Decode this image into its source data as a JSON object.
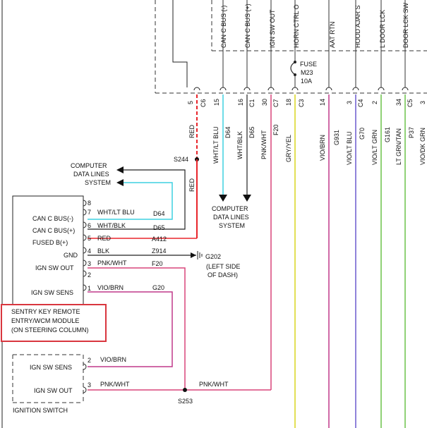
{
  "top_connector": {
    "labels": [
      "CAN C BUS (-)",
      "CAN C BUS (+)",
      "IGN SW OUT",
      "HORN CTRL O",
      "AAT RTN",
      "HOOD AJAR S",
      "L DOOR LCK",
      "DOOR LCK SW"
    ]
  },
  "fuse": {
    "name": "FUSE",
    "id": "M23",
    "rating": "10A"
  },
  "pins": [
    "5",
    "C6",
    "15",
    "16",
    "C1",
    "30",
    "C7",
    "18",
    "C3",
    "14",
    "3",
    "C4",
    "2",
    "34",
    "C5",
    "3"
  ],
  "wires": [
    {
      "color": "RED",
      "circuit": ""
    },
    {
      "color": "WHT/LT BLU",
      "circuit": "D64"
    },
    {
      "color": "WHT/BLK",
      "circuit": "D65"
    },
    {
      "color": "PNK/WHT",
      "circuit": "F20"
    },
    {
      "color": "GRY/YEL",
      "circuit": ""
    },
    {
      "color": "VIO/BRN",
      "circuit": "G931"
    },
    {
      "color": "VIO/LT BLU",
      "circuit": "G70"
    },
    {
      "color": "VIO/LT GRN",
      "circuit": "G161"
    },
    {
      "color": "LT GRN/TAN",
      "circuit": "P37"
    },
    {
      "color": "VIO/DK GRN",
      "circuit": ""
    }
  ],
  "splices": {
    "s244": "S244",
    "s253": "S253"
  },
  "red_vertical": "RED",
  "data_lines_left": [
    "COMPUTER",
    "DATA LINES",
    "SYSTEM"
  ],
  "data_lines_mid": [
    "COMPUTER",
    "DATA LINES",
    "SYSTEM"
  ],
  "module": {
    "title": [
      "SENTRY KEY REMOTE",
      "ENTRY/WCM MODULE",
      "(ON STEERING COLUMN)"
    ],
    "pins": [
      {
        "num": "8",
        "label": "",
        "color": "",
        "circuit": ""
      },
      {
        "num": "7",
        "label": "CAN C BUS(-)",
        "color": "WHT/LT BLU",
        "circuit": "D64"
      },
      {
        "num": "6",
        "label": "CAN C BUS(+)",
        "color": "WHT/BLK",
        "circuit": "D65"
      },
      {
        "num": "5",
        "label": "FUSED B(+)",
        "color": "RED",
        "circuit": "A412"
      },
      {
        "num": "4",
        "label": "GND",
        "color": "BLK",
        "circuit": "Z914"
      },
      {
        "num": "3",
        "label": "IGN SW OUT",
        "color": "PNK/WHT",
        "circuit": "F20"
      },
      {
        "num": "2",
        "label": "",
        "color": "",
        "circuit": ""
      },
      {
        "num": "1",
        "label": "IGN SW SENS",
        "color": "VIO/BRN",
        "circuit": "G20"
      }
    ]
  },
  "ground": {
    "id": "G202",
    "location": [
      "(LEFT SIDE",
      "OF DASH)"
    ]
  },
  "ignition_switch": {
    "title": "IGNITION SWITCH",
    "pins": [
      {
        "num": "2",
        "label": "IGN SW SENS",
        "color": "VIO/BRN"
      },
      {
        "num": "3",
        "label": "IGN SW OUT",
        "color": "PNK/WHT"
      }
    ],
    "right_color": "PNK/WHT"
  },
  "colors": {
    "red": "#e8252b",
    "cyan": "#3fd0e0",
    "pink": "#d9457a",
    "yellow": "#d8d51e",
    "violet": "#6a5acd",
    "green": "#6cc24a",
    "highlight": "#d9363e"
  }
}
